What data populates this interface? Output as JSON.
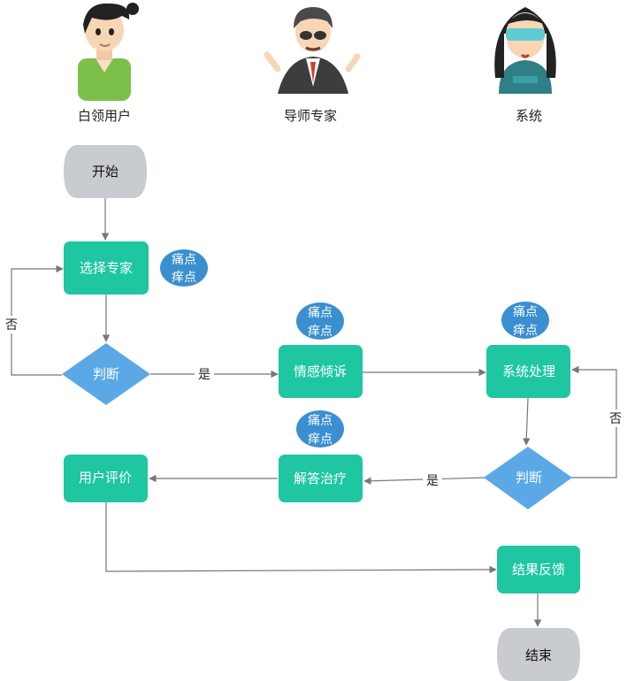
{
  "colors": {
    "process": "#1ec6a2",
    "terminal": "#c8ccd1",
    "decision": "#5aa9e6",
    "badge": "#3a8fd0",
    "edge": "#777777",
    "node_text": "#ffffff",
    "terminal_text": "#111111"
  },
  "actors": [
    {
      "id": "user",
      "name": "白领用户",
      "icon": "user-avatar-icon"
    },
    {
      "id": "mentor",
      "name": "导师专家",
      "icon": "mentor-avatar-icon"
    },
    {
      "id": "system",
      "name": "系统",
      "icon": "system-avatar-icon"
    }
  ],
  "nodes": {
    "start": {
      "label": "开始",
      "kind": "terminal"
    },
    "choose": {
      "label": "选择专家",
      "kind": "process"
    },
    "judge1": {
      "label": "判断",
      "kind": "decision"
    },
    "vent": {
      "label": "情感倾诉",
      "kind": "process"
    },
    "sysproc": {
      "label": "系统处理",
      "kind": "process"
    },
    "judge2": {
      "label": "判断",
      "kind": "decision"
    },
    "answer": {
      "label": "解答治疗",
      "kind": "process"
    },
    "rate": {
      "label": "用户评价",
      "kind": "process"
    },
    "feedback": {
      "label": "结果反馈",
      "kind": "process"
    },
    "end": {
      "label": "结束",
      "kind": "terminal"
    }
  },
  "badges": [
    {
      "line1": "痛点",
      "line2": "痒点"
    },
    {
      "line1": "痛点",
      "line2": "痒点"
    },
    {
      "line1": "痛点",
      "line2": "痒点"
    },
    {
      "line1": "痛点",
      "line2": "痒点"
    }
  ],
  "edge_labels": {
    "no_left": "否",
    "yes_mid": "是",
    "no_right": "否",
    "yes_bottom": "是"
  }
}
